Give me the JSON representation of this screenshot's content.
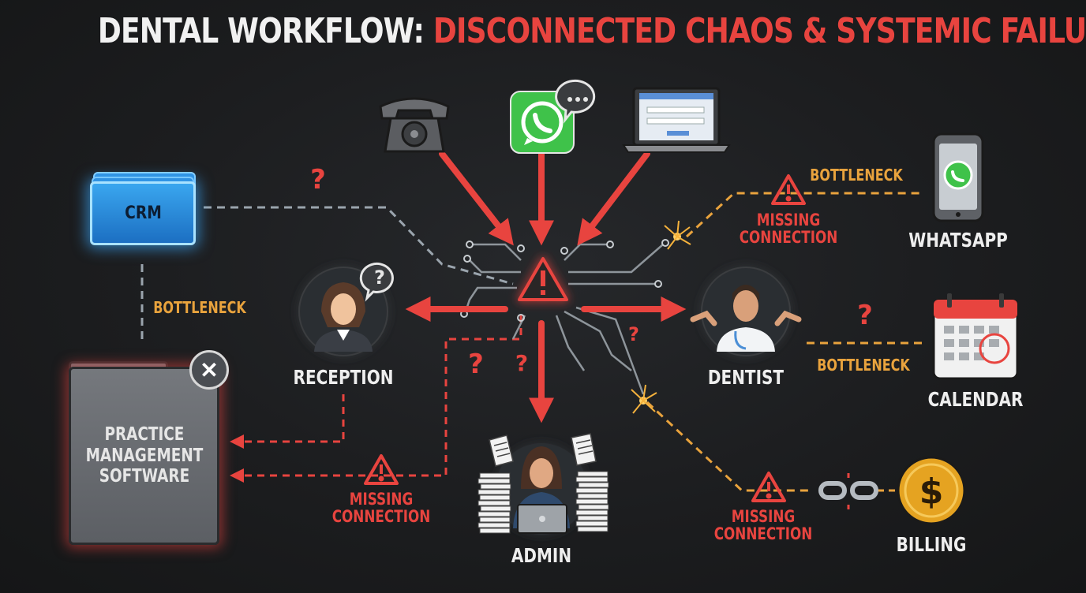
{
  "title": {
    "part1": "DENTAL WORKFLOW:",
    "part2": "DISCONNECTED CHAOS & SYSTEMIC FAILURE"
  },
  "nodes": {
    "crm": "CRM",
    "pms": "PRACTICE\nMANAGEMENT\nSOFTWARE",
    "reception": "RECEPTION",
    "admin": "ADMIN",
    "dentist": "DENTIST",
    "whatsapp": "WHATSAPP",
    "calendar": "CALENDAR",
    "billing": "BILLING"
  },
  "labels": {
    "bottleneck_1": "BOTTLENECK",
    "bottleneck_2": "BOTTLENECK",
    "bottleneck_3": "BOTTLENECK",
    "missing_1": "MISSING\nCONNECTION",
    "missing_2": "MISSING\nCONNECTION",
    "missing_3": "MISSING\nCONNECTION",
    "question": "?"
  },
  "colors": {
    "background": "#1c1d1f",
    "alert_red": "#e8443f",
    "bottleneck_orange": "#e9a33d",
    "crm_blue": "#2a8fe0",
    "whatsapp_green": "#3fc24a",
    "billing_gold": "#e5a321"
  },
  "icons": [
    "telephone-icon",
    "whatsapp-icon",
    "laptop-icon",
    "crm-icon",
    "warning-icon",
    "smartphone-icon",
    "calendar-icon",
    "coin-icon",
    "broken-link-icon",
    "close-icon",
    "spark-icon"
  ]
}
